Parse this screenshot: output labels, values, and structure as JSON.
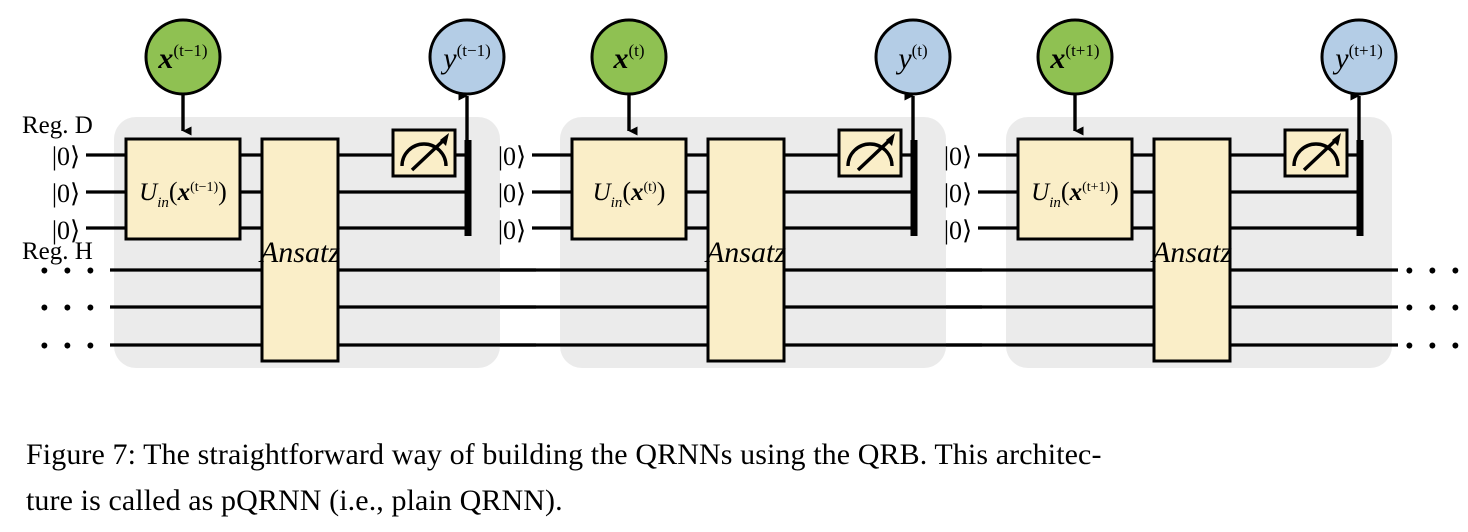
{
  "figure": {
    "caption_lines": [
      "Figure 7: The straightforward way of building the QRNNs using the QRB. This architec-",
      "ture is called as pQRNN (i.e., plain QRNN)."
    ],
    "caption_full": "Figure 7: The straightforward way of building the QRNNs using the QRB. This architecture is called as pQRNN (i.e., plain QRNN)."
  },
  "colors": {
    "input_node_fill": "#8fc152",
    "output_node_fill": "#b4cde6",
    "gate_fill": "#faeec8",
    "panel_fill": "#ebebeb",
    "stroke": "#000000",
    "background": "#ffffff"
  },
  "registers": {
    "d_label": "Reg. D",
    "h_label": "Reg. H",
    "d_qubit_states": [
      "|0⟩",
      "|0⟩",
      "|0⟩"
    ],
    "h_qubit_ellipsis": [
      "• • •",
      "• • •",
      "• • •"
    ],
    "trailing_ellipsis": [
      "• • •",
      "• • •",
      "• • •"
    ]
  },
  "blocks": [
    {
      "id": "block-t-minus-1",
      "input_node": "x(t−1)",
      "input_node_base": "x",
      "input_node_sup": "(t−1)",
      "output_node": "y(t−1)",
      "output_node_base": "y",
      "output_node_sup": "(t−1)",
      "encoding_gate_base": "U",
      "encoding_gate_sub": "in",
      "encoding_gate_arg_open": "(",
      "encoding_gate_arg_base": "x",
      "encoding_gate_arg_sup": "(t−1)",
      "encoding_gate_arg_close": ")",
      "encoding_gate_label": "U_in(x(t−1))",
      "ansatz_label": "Ansatz",
      "measurement_icon": "meter-icon",
      "reset_icon": "reset-barrier"
    },
    {
      "id": "block-t",
      "input_node": "x(t)",
      "input_node_base": "x",
      "input_node_sup": "(t)",
      "output_node": "y(t)",
      "output_node_base": "y",
      "output_node_sup": "(t)",
      "encoding_gate_base": "U",
      "encoding_gate_sub": "in",
      "encoding_gate_arg_open": "(",
      "encoding_gate_arg_base": "x",
      "encoding_gate_arg_sup": "(t)",
      "encoding_gate_arg_close": ")",
      "encoding_gate_label": "U_in(x(t))",
      "ansatz_label": "Ansatz",
      "measurement_icon": "meter-icon",
      "reset_icon": "reset-barrier"
    },
    {
      "id": "block-t-plus-1",
      "input_node": "x(t+1)",
      "input_node_base": "x",
      "input_node_sup": "(t+1)",
      "output_node": "y(t+1)",
      "output_node_base": "y",
      "output_node_sup": "(t+1)",
      "encoding_gate_base": "U",
      "encoding_gate_sub": "in",
      "encoding_gate_arg_open": "(",
      "encoding_gate_arg_base": "x",
      "encoding_gate_arg_sup": "(t+1)",
      "encoding_gate_arg_close": ")",
      "encoding_gate_label": "U_in(x(t+1))",
      "ansatz_label": "Ansatz",
      "measurement_icon": "meter-icon",
      "reset_icon": "reset-barrier"
    }
  ]
}
